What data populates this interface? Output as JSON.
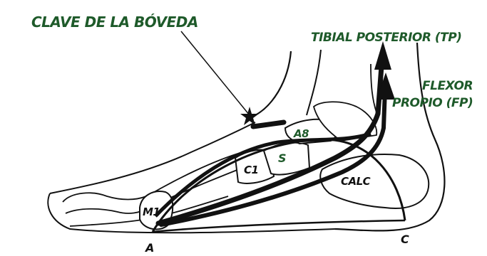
{
  "diagram": {
    "labels": {
      "clave": "CLAVE DE LA BÓVEDA",
      "tibial": "TIBIAL POSTERIOR (TP)",
      "flexor_line1": "FLEXOR",
      "flexor_line2": "PROPIO (FP)",
      "a8": "A8",
      "s": "S",
      "c1": "C1",
      "calc": "CALC",
      "m1": "M1",
      "point_a": "A",
      "point_c": "C"
    },
    "colors": {
      "ink": "#111111",
      "green_label": "#1e5a2a",
      "bone_fill": "#ffffff"
    }
  }
}
